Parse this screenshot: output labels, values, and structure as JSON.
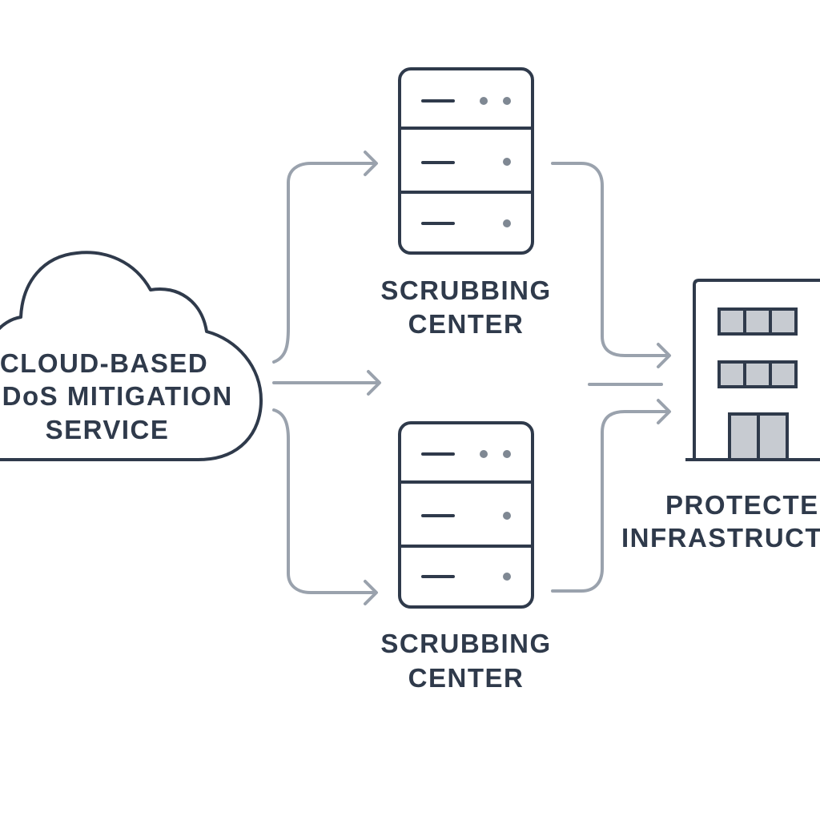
{
  "labels": {
    "cloud_line1": "CLOUD-BASED",
    "cloud_line2": "DDoS MITIGATION",
    "cloud_line3": "SERVICE",
    "scrub_top_line1": "SCRUBBING",
    "scrub_top_line2": "CENTER",
    "scrub_bottom_line1": "SCRUBBING",
    "scrub_bottom_line2": "CENTER",
    "infra_line1": "PROTECTED",
    "infra_line2": "INFRASTRUCTURE"
  },
  "colors": {
    "outline": "#2f3a4b",
    "arrow": "#9aa2ad",
    "window_fill": "#c7cbd1",
    "led": "#7f8893"
  }
}
